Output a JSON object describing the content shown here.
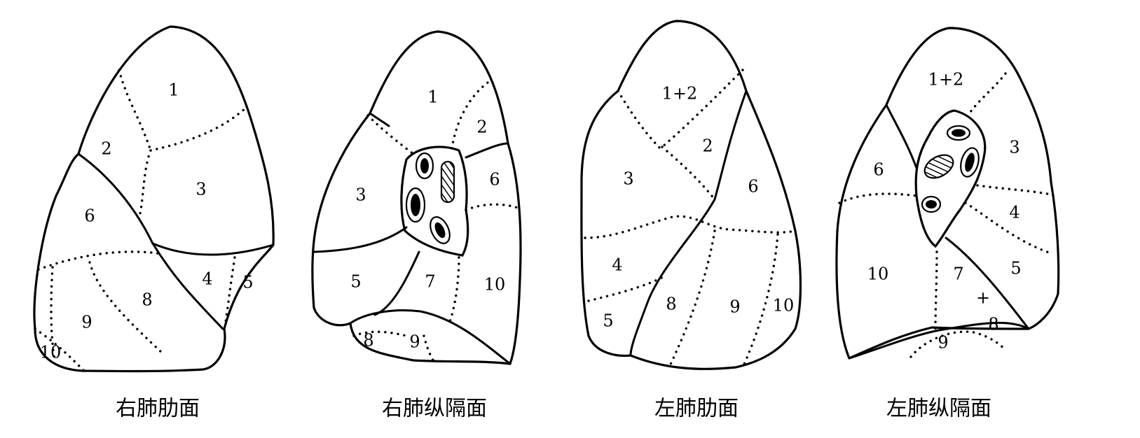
{
  "diagrams": [
    {
      "caption": "右肺肋面",
      "segments": [
        "1",
        "2",
        "3",
        "6",
        "4",
        "5",
        "8",
        "9",
        "10"
      ]
    },
    {
      "caption": "右肺纵隔面",
      "segments": [
        "1",
        "2",
        "3",
        "6",
        "5",
        "7",
        "10",
        "8",
        "9"
      ]
    },
    {
      "caption": "左肺肋面",
      "segments": [
        "1+2",
        "2",
        "3",
        "6",
        "4",
        "8",
        "9",
        "10",
        "5"
      ]
    },
    {
      "caption": "左肺纵隔面",
      "segments": [
        "1+2",
        "3",
        "6",
        "4",
        "10",
        "7",
        "5",
        "+",
        "9",
        "8"
      ]
    }
  ]
}
